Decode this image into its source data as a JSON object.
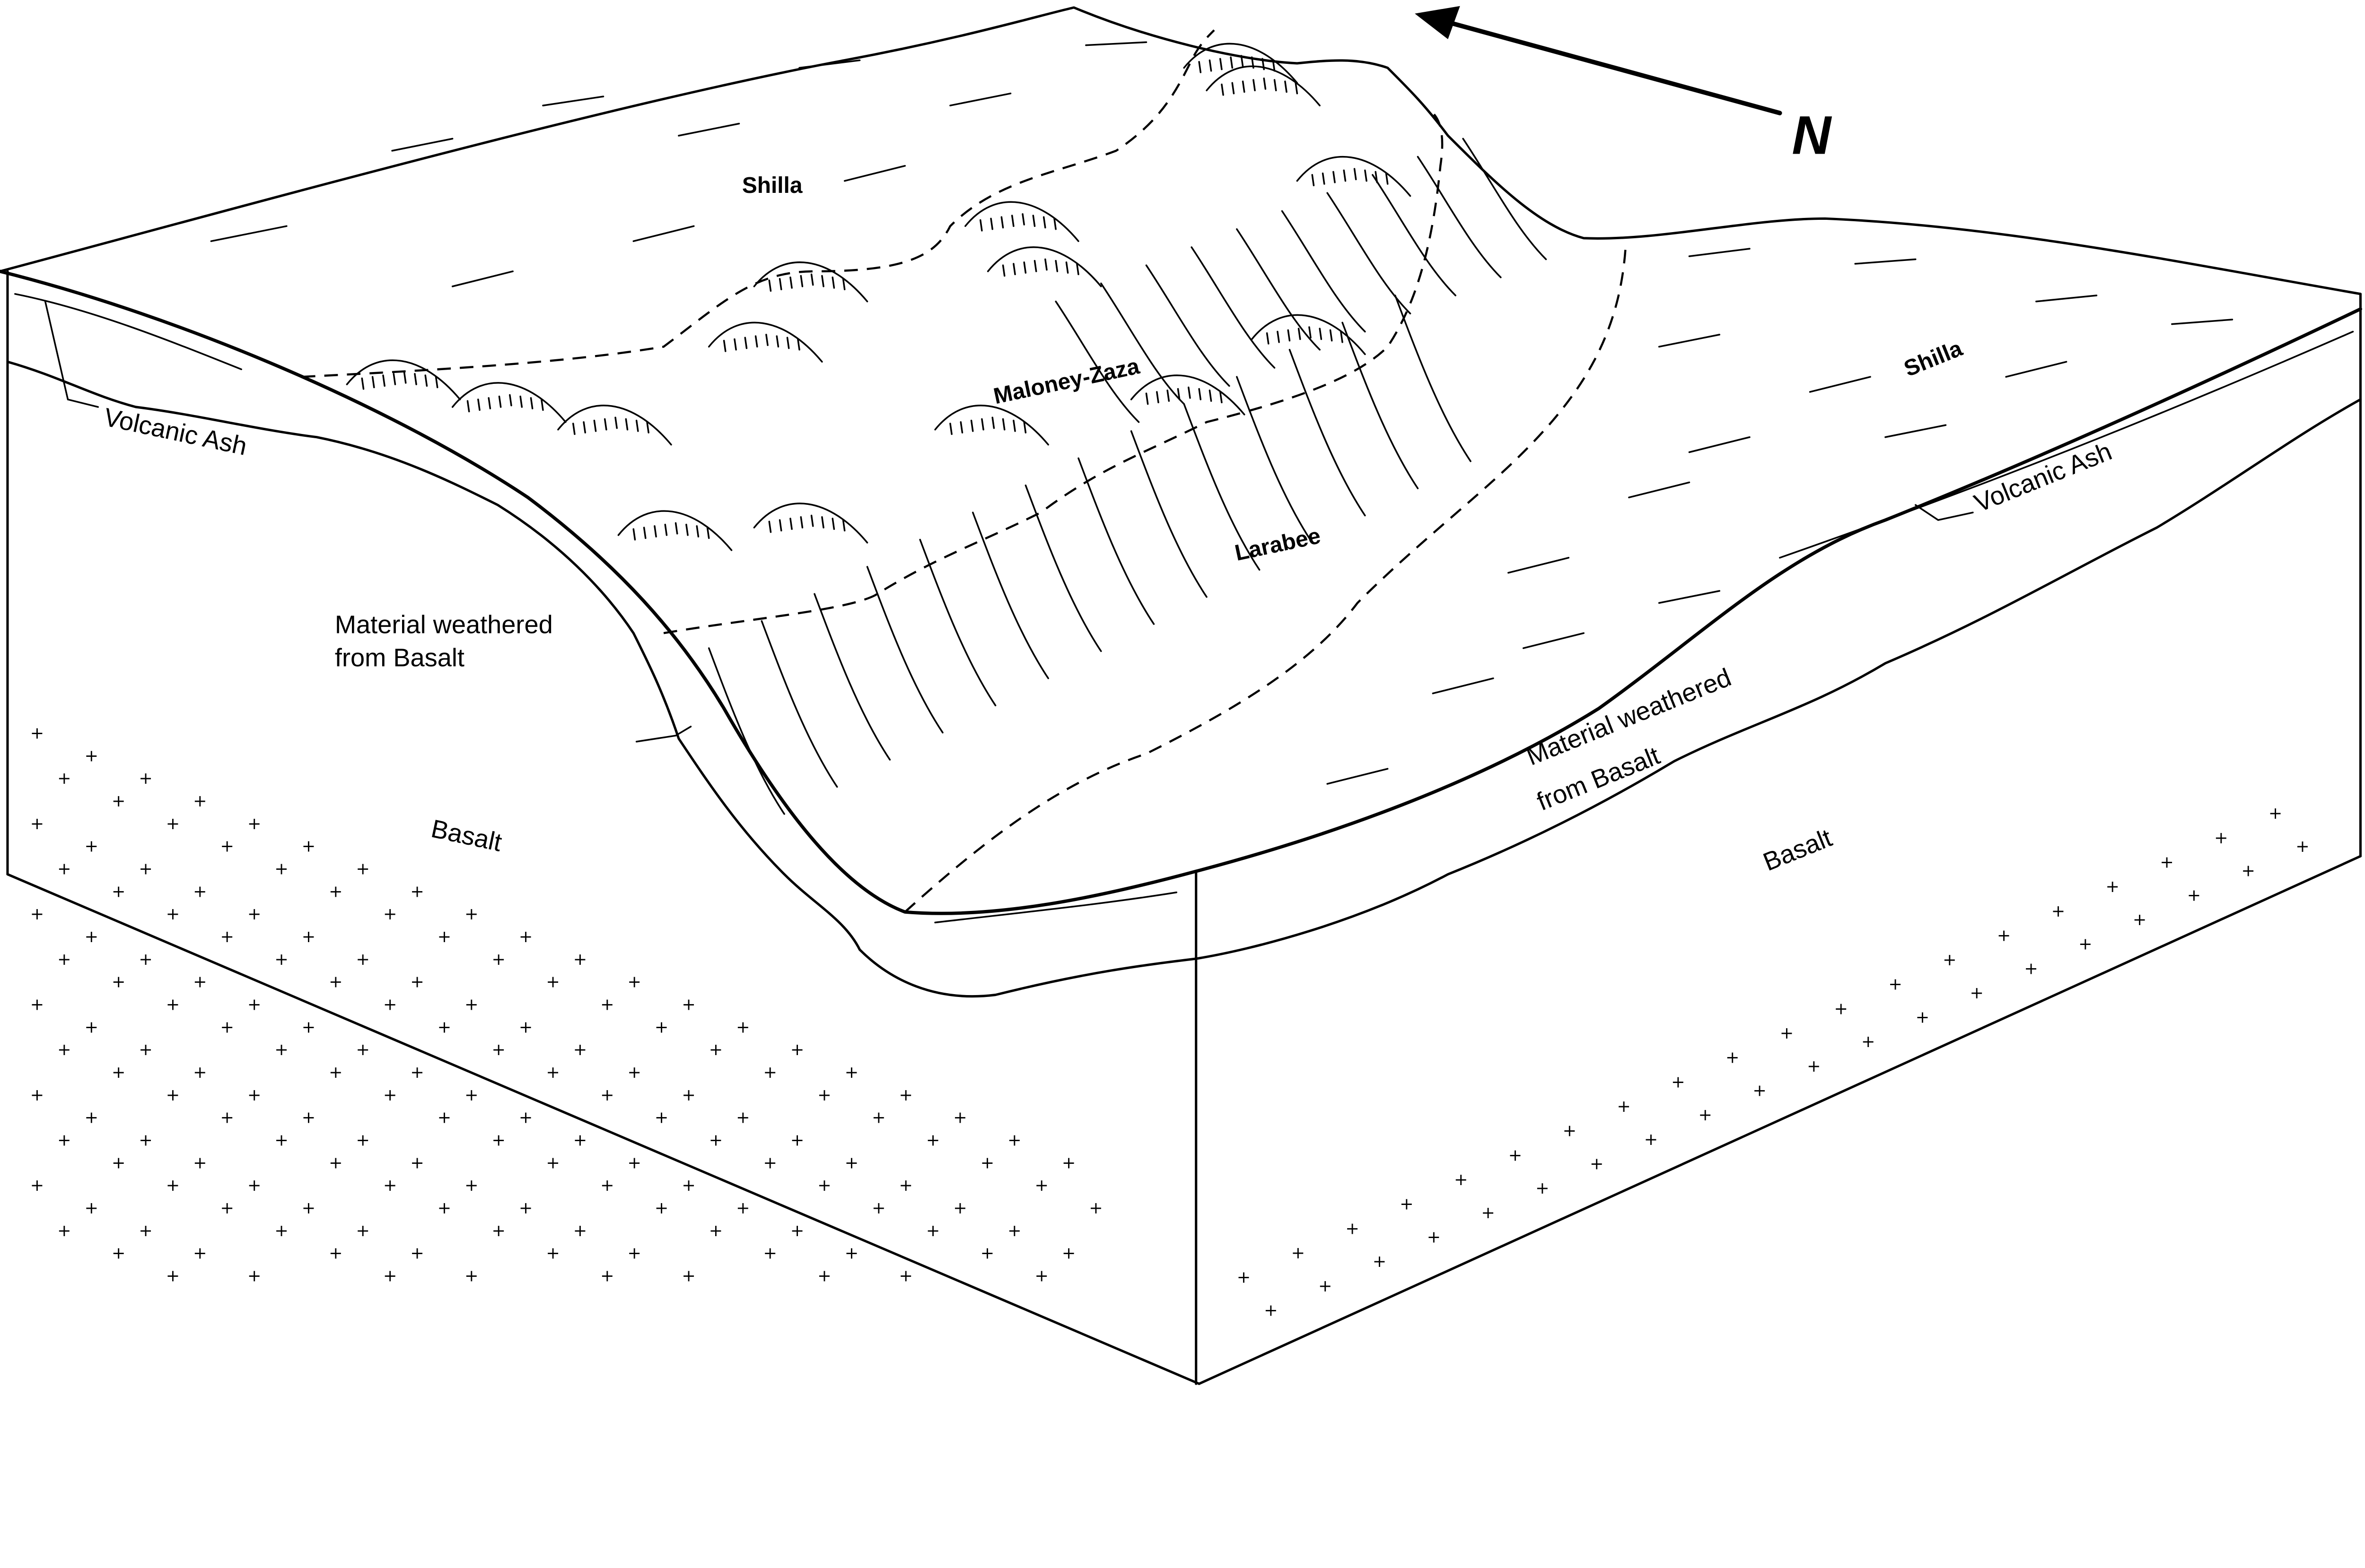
{
  "diagram": {
    "north_label": "N",
    "soil_units": {
      "shilla_left": "Shilla",
      "maloney_zaza": "Maloney-Zaza",
      "larabee": "Larabee",
      "shilla_right": "Shilla"
    },
    "layers_left": {
      "volcanic_ash": "Volcanic Ash",
      "material_line1": "Material weathered",
      "material_line2": "from Basalt",
      "basalt": "Basalt"
    },
    "layers_right": {
      "volcanic_ash": "Volcanic Ash",
      "material_line1": "Material weathered",
      "material_line2": "from Basalt",
      "basalt": "Basalt"
    }
  }
}
